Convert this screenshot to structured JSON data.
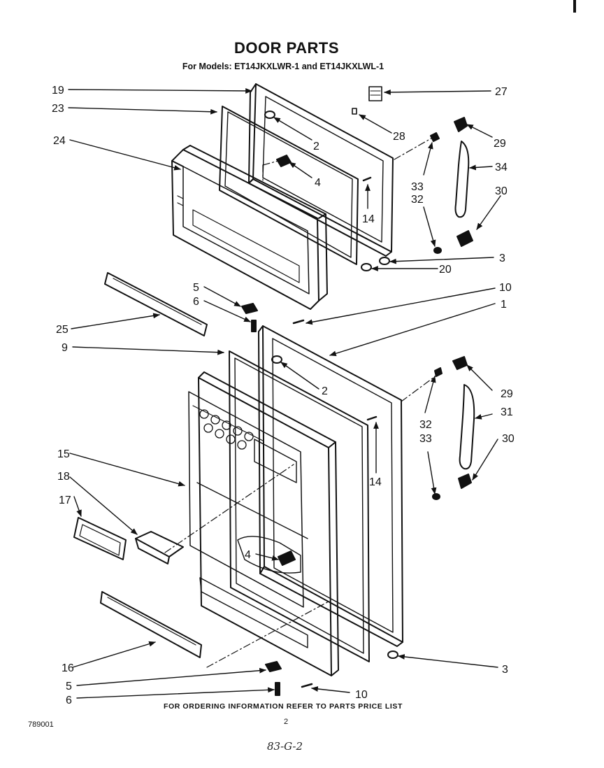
{
  "header": {
    "title": "DOOR PARTS",
    "subtitle": "For Models: ET14JKXLWR-1 and ET14JKXLWL-1"
  },
  "callouts": {
    "c19": "19",
    "c23": "23",
    "c24": "24",
    "c27": "27",
    "c2a": "2",
    "c4a": "4",
    "c28": "28",
    "c29a": "29",
    "c34": "34",
    "c33a": "33",
    "c32a": "32",
    "c30a": "30",
    "c14a": "14",
    "c3a": "3",
    "c20": "20",
    "c10a": "10",
    "c1": "1",
    "c5a": "5",
    "c6a": "6",
    "c25": "25",
    "c9": "9",
    "c2b": "2",
    "c29b": "29",
    "c31": "31",
    "c32b": "32",
    "c33b": "33",
    "c30b": "30",
    "c15": "15",
    "c18": "18",
    "c17": "17",
    "c14b": "14",
    "c4b": "4",
    "c16": "16",
    "c5b": "5",
    "c6b": "6",
    "c10b": "10",
    "c3b": "3"
  },
  "footer": {
    "note": "FOR ORDERING INFORMATION REFER TO PARTS PRICE LIST",
    "code": "789001",
    "page_number": "2",
    "handwritten": "83-G-2"
  }
}
